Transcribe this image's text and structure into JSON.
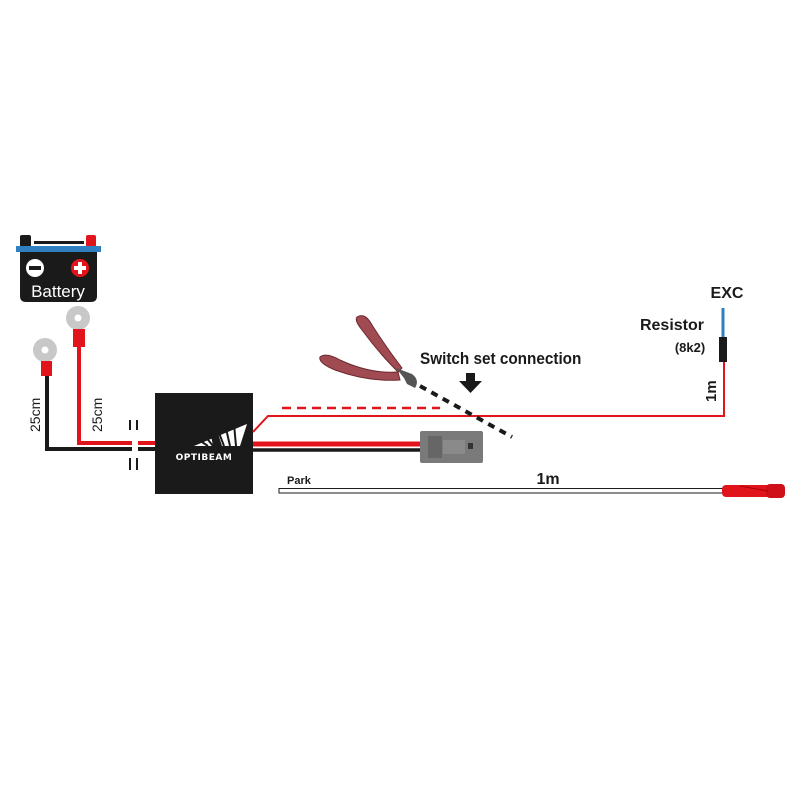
{
  "battery": {
    "label": "Battery"
  },
  "wires": {
    "negative_length": "25cm",
    "positive_length": "25cm",
    "exc_length": "1m",
    "park_length": "1m"
  },
  "module": {
    "brand": "OPTIBEAM"
  },
  "labels": {
    "switch_connection": "Switch set connection",
    "exc": "EXC",
    "resistor": "Resistor",
    "resistor_value": "(8k2)",
    "park": "Park"
  },
  "colors": {
    "red": "#e1141c",
    "black": "#1a1a1a",
    "blue": "#2f7fc1",
    "connector_grey": "#7a7a7a",
    "pliers": "#a04a52"
  }
}
